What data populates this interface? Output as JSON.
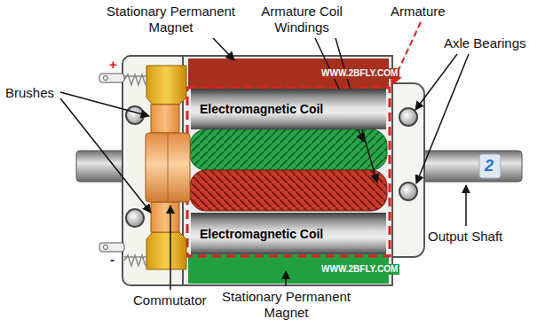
{
  "diagram": {
    "nodes": [
      {
        "text": [
          "Electromagnetic Coil"
        ]
      },
      {
        "text": [
          "Electromagnetic Coil"
        ]
      }
    ],
    "labels": [
      "Stationary Permanent Magnet",
      "Armature Coil Windings",
      "Armature",
      "Brushes",
      "Axle Bearings",
      "Output Shaft",
      "Commutator",
      "Stationary Permanent Magnet",
      "WWW.2BFLY.COM",
      "WWW.2BFLY.COM",
      "+",
      "-",
      "2"
    ]
  }
}
